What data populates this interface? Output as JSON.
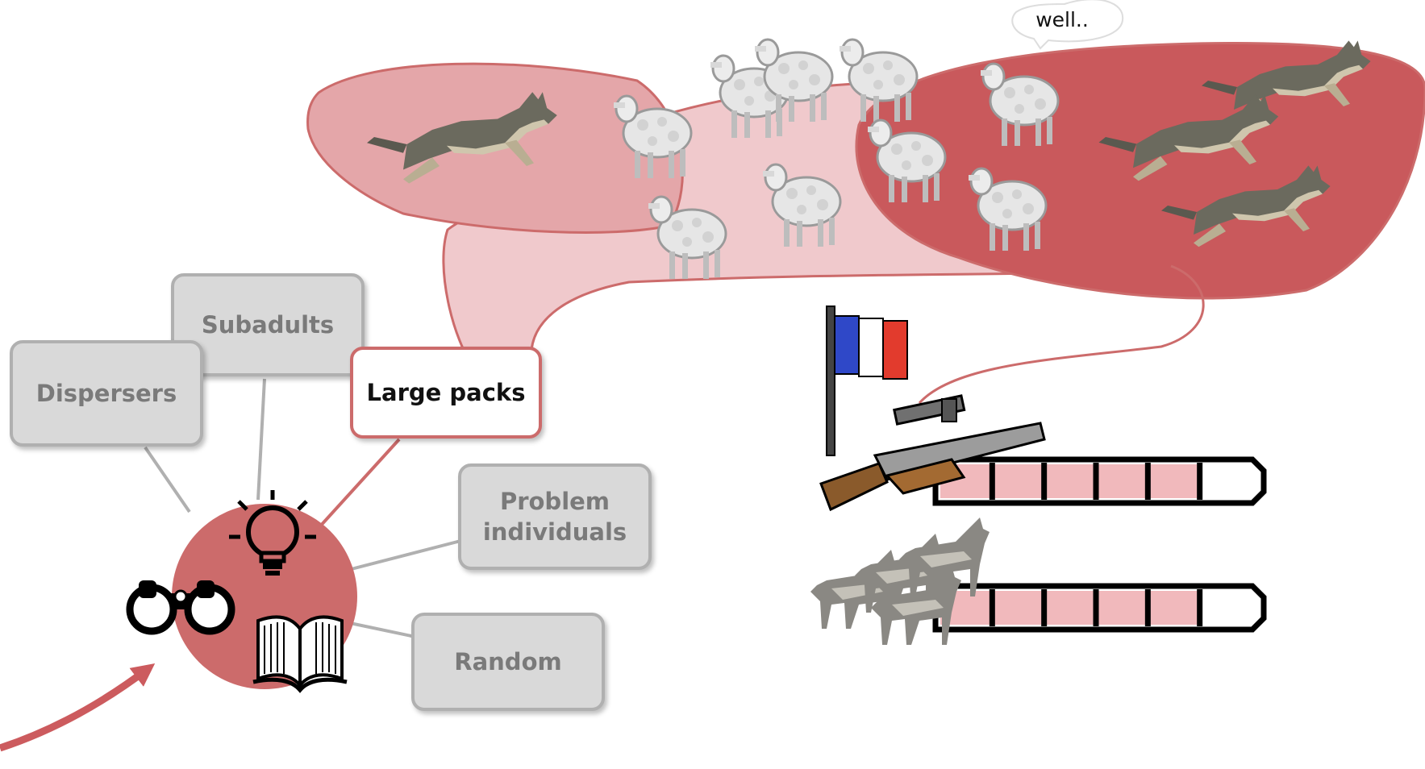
{
  "nodes": {
    "subadults": "Subadults",
    "dispersers": "Dispersers",
    "large_packs": "Large packs",
    "problem_individuals_line1": "Problem",
    "problem_individuals_line2": "individuals",
    "random": "Random"
  },
  "speech_bubble": "well..",
  "gauges": {
    "hunting_level": 0.83,
    "wolf_population_level": 0.83
  },
  "icons": [
    "lightbulb-icon",
    "binoculars-icon",
    "open-book-icon",
    "french-flag-icon",
    "rifle-icon",
    "wolf-pack-icon",
    "wolf-icon",
    "sheep-icon"
  ],
  "colors": {
    "accent_red": "#cc6b6b",
    "zone_light": "#f0c9cc",
    "zone_medium": "#e4a6a9",
    "zone_dark": "#c9595c",
    "node_grey": "#d9d9d9",
    "gauge_fill": "#f1b9bc"
  }
}
